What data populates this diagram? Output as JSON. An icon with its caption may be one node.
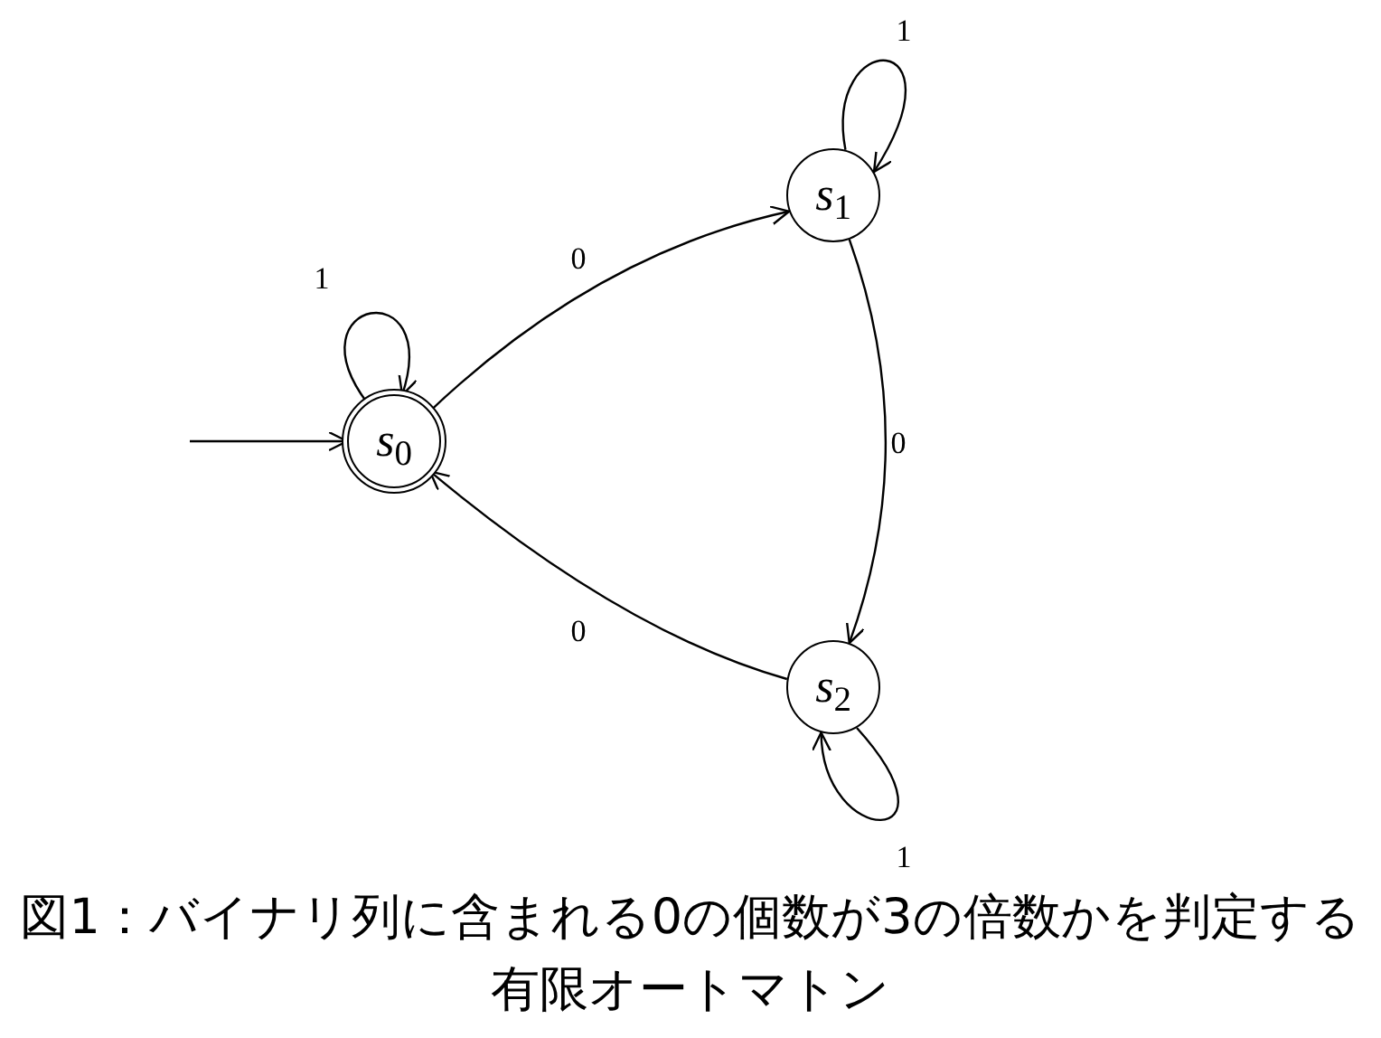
{
  "diagram": {
    "caption": "図1：バイナリ列に含まれる0の個数が3の倍数かを判定する有限オートマトン",
    "nodes": [
      {
        "text": [
          "*s*$_{0}$"
        ]
      },
      {
        "text": [
          "*s*$_{1}$"
        ]
      },
      {
        "text": [
          "*s*$_{2}$"
        ]
      }
    ],
    "edges": [
      {
        "from": null,
        "to": 0,
        "arrow": "to"
      },
      {
        "from": 0,
        "to": 0,
        "arrow": "to",
        "label": "1"
      },
      {
        "from": 0,
        "to": 1,
        "arrow": "to",
        "label": "0"
      },
      {
        "from": 1,
        "to": 1,
        "arrow": "to",
        "label": "1"
      },
      {
        "from": 1,
        "to": 2,
        "arrow": "to",
        "label": "0"
      },
      {
        "from": 2,
        "to": 2,
        "arrow": "to",
        "label": "1"
      },
      {
        "from": 2,
        "to": 0,
        "arrow": "to",
        "label": "0"
      }
    ]
  }
}
